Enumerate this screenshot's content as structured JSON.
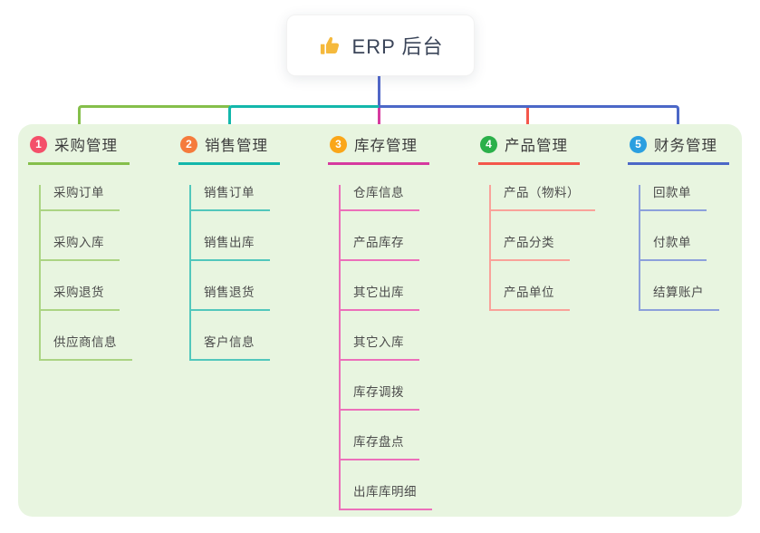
{
  "root": {
    "icon": "thumbs-up-icon",
    "label": "ERP 后台",
    "stem_color": "#5066C6"
  },
  "colors": {
    "canvas_bg": "#FFFFFF",
    "panel_bg": "#E8F5E0",
    "root_text": "#3B4559",
    "branch_title_text": "#3C3C3C",
    "item_text": "#4B4B4B",
    "thumb_icon": "#F5B93C"
  },
  "branches": [
    {
      "number": "1",
      "title": "采购管理",
      "badge_color": "#F4506A",
      "line_color": "#85BF4B",
      "light_color": "#ABD483",
      "items": [
        "采购订单",
        "采购入库",
        "采购退货",
        "供应商信息"
      ]
    },
    {
      "number": "2",
      "title": "销售管理",
      "badge_color": "#F57B3C",
      "line_color": "#13B7AB",
      "light_color": "#52C7BC",
      "items": [
        "销售订单",
        "销售出库",
        "销售退货",
        "客户信息"
      ]
    },
    {
      "number": "3",
      "title": "库存管理",
      "badge_color": "#FAA619",
      "line_color": "#D63A9F",
      "light_color": "#EC6FBA",
      "items": [
        "仓库信息",
        "产品库存",
        "其它出库",
        "其它入库",
        "库存调拨",
        "库存盘点",
        "出库库明细"
      ]
    },
    {
      "number": "4",
      "title": "产品管理",
      "badge_color": "#2BB04A",
      "line_color": "#F4574B",
      "light_color": "#F9A29A",
      "items": [
        "产品（物料）",
        "产品分类",
        "产品单位"
      ]
    },
    {
      "number": "5",
      "title": "财务管理",
      "badge_color": "#2B9FE0",
      "line_color": "#4C68C7",
      "light_color": "#8CA0DB",
      "items": [
        "回款单",
        "付款单",
        "结算账户"
      ]
    }
  ]
}
